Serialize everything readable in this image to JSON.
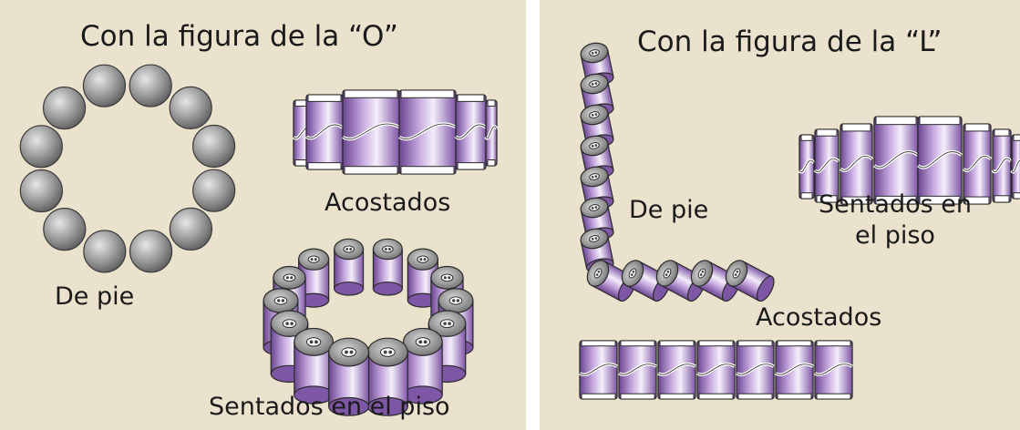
{
  "colors": {
    "background": "#ebe2cd",
    "can_purple": "#9b72bf",
    "can_purple_dark": "#5d3d80",
    "can_top_gray": "#8e8e8e"
  },
  "panel_o": {
    "title": "Con la figura de la “O”",
    "standing_label": "De pie",
    "lying_label": "Acostados",
    "sitting_label": "Sentados en el piso"
  },
  "panel_l": {
    "title": "Con la figura de la “L”",
    "standing_label": "De pie",
    "sitting_label_line1": "Sentados en",
    "sitting_label_line2": "el piso",
    "lying_label": "Acostados"
  }
}
